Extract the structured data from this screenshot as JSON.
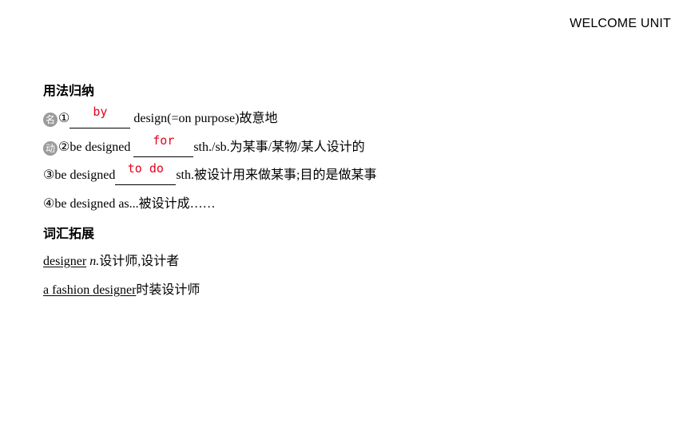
{
  "header": {
    "unit_title": "WELCOME UNIT"
  },
  "usage": {
    "heading": "用法归纳",
    "items": [
      {
        "badge": "名",
        "number": "①",
        "answer": "by",
        "after": " design(=on purpose)故意地"
      },
      {
        "badge": "动",
        "number": "②",
        "before": "be designed ",
        "answer": "for",
        "after": "sth./sb.为某事/某物/某人设计的"
      },
      {
        "number": "③",
        "before": "be designed",
        "answer": "to do",
        "after": "sth.被设计用来做某事;目的是做某事"
      },
      {
        "number": "④",
        "text": "be designed as...被设计成……"
      }
    ]
  },
  "vocab": {
    "heading": "词汇拓展",
    "items": [
      {
        "word": "designer",
        "pos": "n.",
        "meaning": "设计师,设计者"
      },
      {
        "word": "a fashion designer",
        "meaning": "时装设计师"
      }
    ]
  }
}
